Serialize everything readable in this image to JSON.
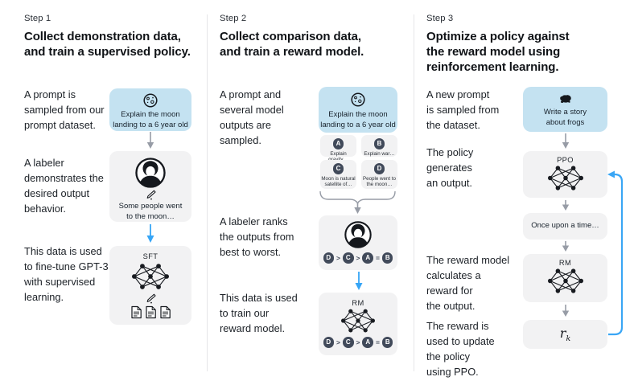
{
  "palette": {
    "prompt_box_blue": "#c4e2f1",
    "card_gray": "#f2f2f3",
    "badge_navy": "#414a5a",
    "arrow_blue": "#36a5f6",
    "arrow_gray": "#979ca6",
    "divider": "#e5e5e8",
    "text": "#1c2127"
  },
  "columns": [
    {
      "step_label": "Step 1",
      "title": "Collect demonstration data,\nand train a supervised policy.",
      "captions": [
        "A prompt is\nsampled from our\nprompt dataset.",
        "A labeler\ndemonstrates the\ndesired output\nbehavior.",
        "This data is used\nto fine-tune GPT-3\nwith supervised\nlearning."
      ],
      "prompt_box": {
        "icon": "moon-icon",
        "text": "Explain the moon\nlanding to a 6 year old"
      },
      "labeler_box": {
        "icon": "labeler-icon",
        "pencil_icon": "pencil-icon",
        "text": "Some people went\nto the moon…"
      },
      "model_box": {
        "label": "SFT",
        "icon": "network-icon",
        "pencil_icon": "pencil-icon",
        "docs_icon": "documents-icon"
      }
    },
    {
      "step_label": "Step 2",
      "title": "Collect comparison data,\nand train a reward model.",
      "captions": [
        "A prompt and\nseveral model\noutputs are\nsampled.",
        "A labeler ranks\nthe outputs from\nbest to worst.",
        "This data is used\nto train our\nreward model."
      ],
      "prompt_box": {
        "icon": "moon-icon",
        "text": "Explain the moon\nlanding to a 6 year old"
      },
      "outputs": [
        {
          "id": "A",
          "text": "Explain gravity…"
        },
        {
          "id": "B",
          "text": "Explain war…"
        },
        {
          "id": "C",
          "text": "Moon is natural\nsatellite of…"
        },
        {
          "id": "D",
          "text": "People went to\nthe moon…"
        }
      ],
      "labeler_box": {
        "icon": "labeler-icon"
      },
      "ranking": {
        "items": [
          "D",
          "C",
          "A",
          "B"
        ],
        "separators": [
          ">",
          ">",
          "="
        ]
      },
      "model_box": {
        "label": "RM",
        "icon": "network-icon"
      }
    },
    {
      "step_label": "Step 3",
      "title": "Optimize a policy against\nthe reward model using\nreinforcement learning.",
      "captions": [
        "A new prompt\nis sampled from\nthe dataset.",
        "The policy\ngenerates\nan output.",
        "The reward model\ncalculates a\nreward for\nthe output.",
        "The reward is\nused to update\nthe policy\nusing PPO."
      ],
      "prompt_box": {
        "icon": "frog-icon",
        "text": "Write a story\nabout frogs"
      },
      "policy_box": {
        "label": "PPO",
        "icon": "network-icon"
      },
      "output_box": {
        "text": "Once upon a time…"
      },
      "reward_model_box": {
        "label": "RM",
        "icon": "network-icon"
      },
      "reward_box": {
        "base": "r",
        "subscript": "k"
      }
    }
  ]
}
